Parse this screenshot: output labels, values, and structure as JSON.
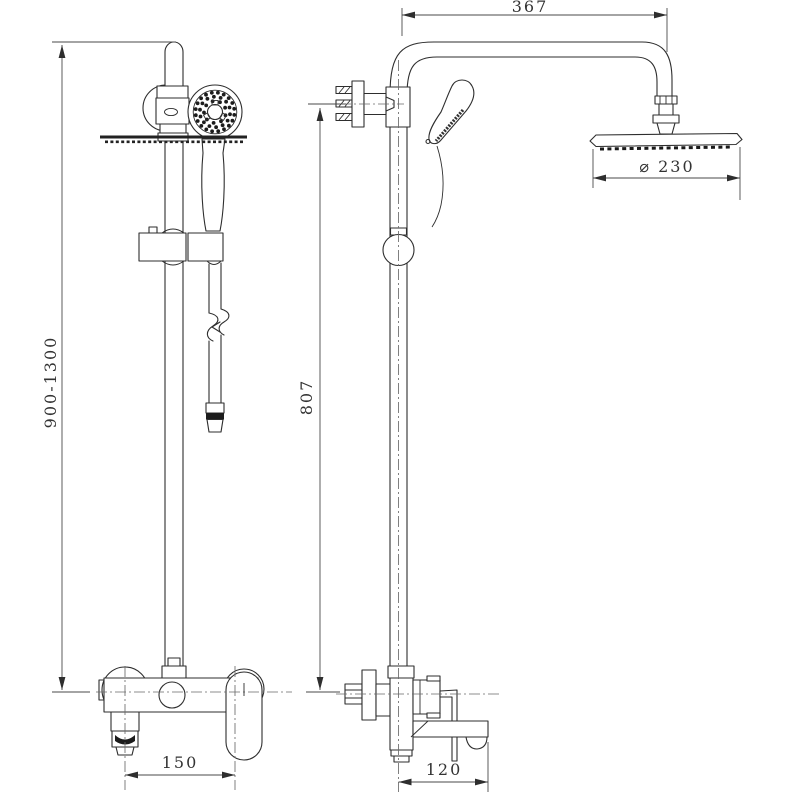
{
  "drawing": {
    "type": "technical-drawing",
    "subject": "wall-mounted shower column, front view and side view",
    "dimensions": {
      "height_range": "900-1300",
      "inlet_spacing": "150",
      "arm_reach": "367",
      "head_diameter": "⌀ 230",
      "riser_height": "807",
      "spout_depth": "120"
    },
    "colors": {
      "line": "#2e2e2e",
      "dim_text": "#333333",
      "background": "#ffffff"
    }
  }
}
